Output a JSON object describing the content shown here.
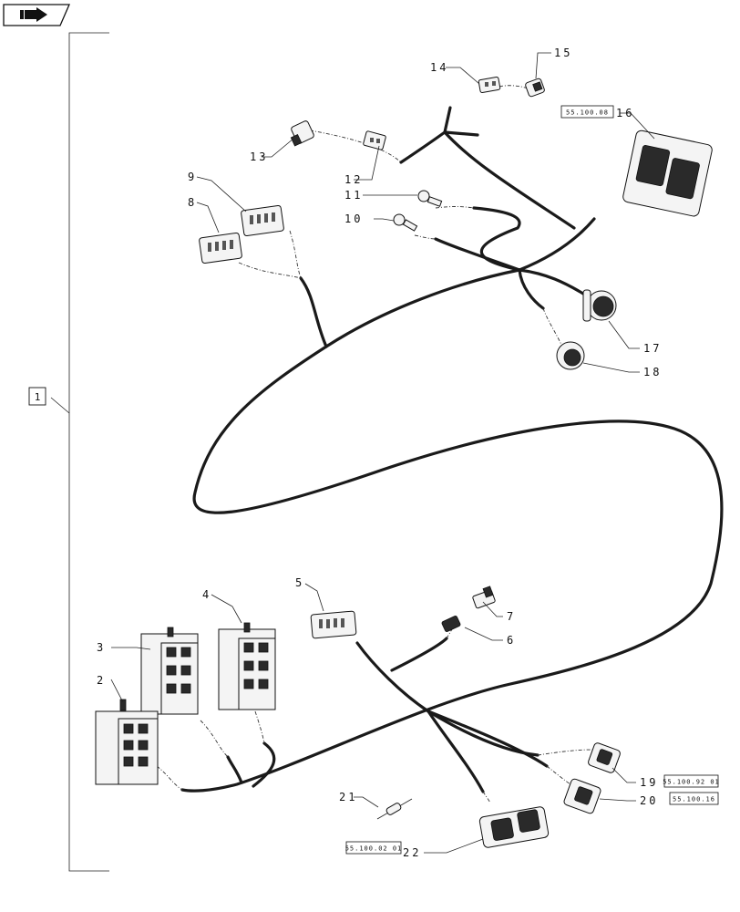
{
  "nav_button": {
    "icon": "arrow-icon"
  },
  "assembly_label": "1",
  "callouts": {
    "c2": "2",
    "c3": "3",
    "c4": "4",
    "c5": "5",
    "c6": "6",
    "c7": "7",
    "c8": "8",
    "c9": "9",
    "c10": "10",
    "c11": "11",
    "c12": "12",
    "c13": "13",
    "c14": "14",
    "c15": "15",
    "c16": "16",
    "c17": "17",
    "c18": "18",
    "c19": "19",
    "c20": "20",
    "c21": "21",
    "c22": "22"
  },
  "references": {
    "r16": "55.100.08",
    "r19": "55.100.92 01",
    "r20": "55.100.16",
    "r22": "55.100.02 01"
  }
}
